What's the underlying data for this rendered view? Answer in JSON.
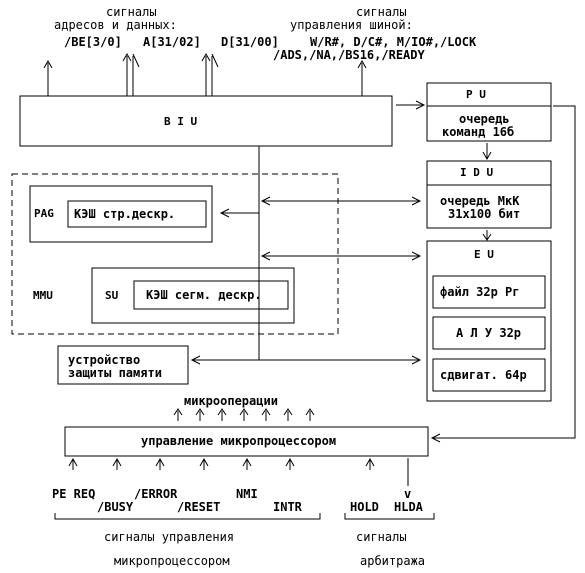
{
  "header": {
    "addr_signals_title_1": "сигналы",
    "addr_signals_title_2": "адресов и данных:",
    "bus_ctrl_title_1": "сигналы",
    "bus_ctrl_title_2": "управления шиной:",
    "be": "/BE[3/0]",
    "a": "A[31/02]",
    "d": "D[31/00]",
    "bus_line1": "W/R#, D/C#, M/IO#,/LOCK",
    "bus_line2": "/ADS,/NA,/BS16,/READY"
  },
  "biu": {
    "label": "B I U"
  },
  "pu": {
    "label": "P U",
    "queue_1": "очередь",
    "queue_2": "команд 16б"
  },
  "idu": {
    "label": "I D U",
    "queue_1": "очередь МкК",
    "queue_2": "31х100 бит"
  },
  "eu": {
    "label": "E U",
    "regfile": "файл 32р Рг",
    "alu": "А Л У 32р",
    "shifter": "сдвигат. 64р"
  },
  "mmu": {
    "label": "MMU",
    "pag": "PAG",
    "pag_cache": "КЭШ стр.дескр.",
    "su": "SU",
    "su_cache": "КЭШ сегм. дескр."
  },
  "protection": {
    "line1": "устройство",
    "line2": "защиты памяти"
  },
  "control": {
    "label": "управление микропроцессором",
    "microops": "микрооперации"
  },
  "signals": {
    "pe_req": "PE REQ",
    "busy": "/BUSY",
    "error": "/ERROR",
    "reset": "/RESET",
    "nmi": "NMI",
    "intr": "INTR",
    "hold": "HOLD",
    "v": "v",
    "hlda": "HLDA"
  },
  "footer": {
    "cpu_signals_1": "сигналы управления",
    "cpu_signals_2": "микропроцессором",
    "arb_1": "сигналы",
    "arb_2": "арбитража"
  }
}
